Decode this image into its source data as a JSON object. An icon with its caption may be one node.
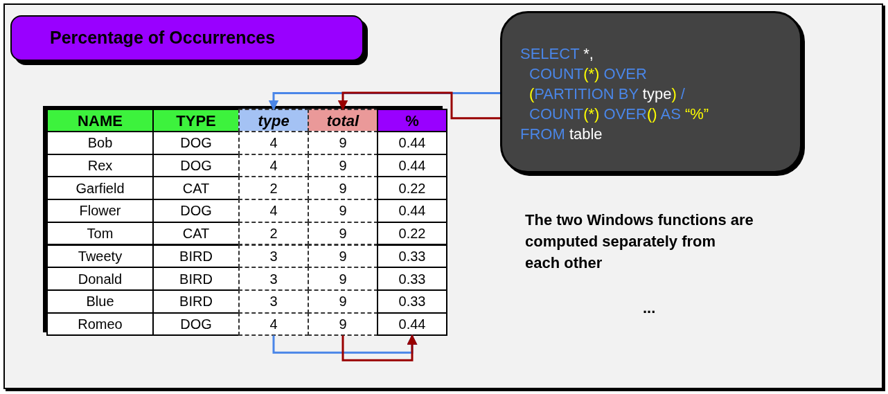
{
  "diagram": {
    "nodes": [
      {
        "text": [
          "Percentage of Occurrences"
        ]
      },
      {
        "text": [
          "SELECT *,",
          "COUNT(*) OVER",
          "(PARTITION BY type) /",
          "COUNT(*) OVER() AS “%”",
          "FROM table"
        ]
      },
      {
        "text": [],
        "shape": "box"
      },
      {
        "text": [
          "NAME"
        ],
        "in": 2
      },
      {
        "text": [
          "TYPE"
        ],
        "in": 2
      },
      {
        "text": [
          "type"
        ],
        "in": 2
      },
      {
        "text": [
          "total"
        ],
        "in": 2
      },
      {
        "text": [
          "%"
        ],
        "in": 2
      },
      {
        "text": [
          "Bob"
        ],
        "in": 2
      },
      {
        "text": [
          "DOG"
        ],
        "in": 2
      },
      {
        "text": [
          "4"
        ],
        "in": 2
      },
      {
        "text": [
          "9"
        ],
        "in": 2
      },
      {
        "text": [
          "0.44"
        ],
        "in": 2
      },
      {
        "text": [
          "Rex"
        ],
        "in": 2
      },
      {
        "text": [
          "DOG"
        ],
        "in": 2
      },
      {
        "text": [
          "4"
        ],
        "in": 2
      },
      {
        "text": [
          "9"
        ],
        "in": 2
      },
      {
        "text": [
          "0.44"
        ],
        "in": 2
      },
      {
        "text": [
          "Garfield"
        ],
        "in": 2
      },
      {
        "text": [
          "CAT"
        ],
        "in": 2
      },
      {
        "text": [
          "2"
        ],
        "in": 2
      },
      {
        "text": [
          "9"
        ],
        "in": 2
      },
      {
        "text": [
          "0.22"
        ],
        "in": 2
      },
      {
        "text": [
          "Flower"
        ],
        "in": 2
      },
      {
        "text": [
          "DOG"
        ],
        "in": 2
      },
      {
        "text": [
          "4"
        ],
        "in": 2
      },
      {
        "text": [
          "9"
        ],
        "in": 2
      },
      {
        "text": [
          "0.44"
        ],
        "in": 2
      },
      {
        "text": [
          "Tom"
        ],
        "in": 2
      },
      {
        "text": [
          "CAT"
        ],
        "in": 2
      },
      {
        "text": [
          "2"
        ],
        "in": 2
      },
      {
        "text": [
          "9"
        ],
        "in": 2
      },
      {
        "text": [
          "0.22"
        ],
        "in": 2
      },
      {
        "text": [
          "Tweety"
        ],
        "in": 2
      },
      {
        "text": [
          "BIRD"
        ],
        "in": 2
      },
      {
        "text": [
          "3"
        ],
        "in": 2
      },
      {
        "text": [
          "9"
        ],
        "in": 2
      },
      {
        "text": [
          "0.33"
        ],
        "in": 2
      },
      {
        "text": [
          "Donald"
        ],
        "in": 2
      },
      {
        "text": [
          "BIRD"
        ],
        "in": 2
      },
      {
        "text": [
          "3"
        ],
        "in": 2
      },
      {
        "text": [
          "9"
        ],
        "in": 2
      },
      {
        "text": [
          "0.33"
        ],
        "in": 2
      },
      {
        "text": [
          "Blue"
        ],
        "in": 2
      },
      {
        "text": [
          "BIRD"
        ],
        "in": 2
      },
      {
        "text": [
          "3"
        ],
        "in": 2
      },
      {
        "text": [
          "9"
        ],
        "in": 2
      },
      {
        "text": [
          "0.33"
        ],
        "in": 2
      },
      {
        "text": [
          "Romeo"
        ],
        "in": 2
      },
      {
        "text": [
          "DOG"
        ],
        "in": 2
      },
      {
        "text": [
          "4"
        ],
        "in": 2
      },
      {
        "text": [
          "9"
        ],
        "in": 2
      },
      {
        "text": [
          "0.44"
        ],
        "in": 2
      }
    ],
    "edges": [
      {
        "from": 1,
        "to": 5,
        "arrow": "to",
        "color": "#4a86e8"
      },
      {
        "from": 1,
        "to": 6,
        "arrow": "to",
        "color": "#990000"
      },
      {
        "from": 50,
        "to": 52,
        "arrow": "to",
        "color": "#4a86e8"
      },
      {
        "from": 51,
        "to": 52,
        "arrow": "to",
        "color": "#990000"
      }
    ],
    "labels": [
      "The two Windows functions are computed separately from each other",
      "..."
    ]
  }
}
